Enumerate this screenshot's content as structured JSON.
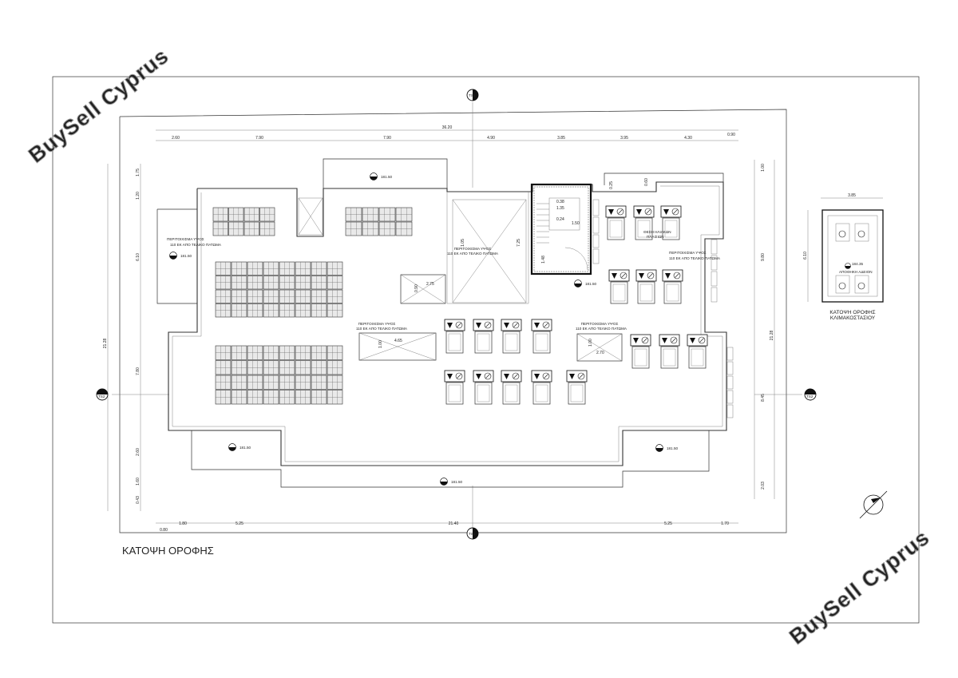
{
  "title": "ΚΑΤΟΨΗ ΟΡΟΦΗΣ",
  "stair_plan_title": [
    "ΚΑΤΟΨΗ ΟΡΟΦΗΣ",
    "ΚΛΙΜΑΚΟΣΤΑΣΙΟΥ"
  ],
  "watermark": "BuySell Cyprus",
  "section_markers": [
    "TS1",
    "TS1",
    "TS2",
    "TS2"
  ],
  "dims_top_total": "36.20",
  "dims_top": [
    "2.60",
    "7.90",
    "7.90",
    "4.90",
    "3.85",
    "3.95",
    "4.30",
    "0.90"
  ],
  "dims_bottom_total": "21.40",
  "dims_bottom": [
    "1.80",
    "5.25",
    "5.25",
    "1.70"
  ],
  "dim_bottom_small": "0.80",
  "dim_left_total": "21.28",
  "dims_left": [
    "1.75",
    "1.20",
    "6.10",
    "7.80",
    "2.60",
    "1.60",
    "0.43"
  ],
  "dim_right_total": "21.28",
  "dims_right": [
    "1.00",
    "9.80",
    "8.45",
    "2.03"
  ],
  "dim_stair_box_w": "3.85",
  "dim_stair_box_h": "6.10",
  "inner_dims": [
    "7.25",
    "1.48",
    "0.25",
    "0.60",
    "0.38",
    "1.35",
    "1.50",
    "0.24",
    "1.05"
  ],
  "opening_dims": [
    "2.75",
    "0.90",
    "4.65",
    "1.00",
    "2.70",
    "1.00"
  ],
  "parapet_notes": [
    "ΠΕΡΙΤΟΙΧΙΣΜΑ ΥΨΟΣ",
    "110 ΕΚ ΑΠΟ ΤΕΛΙΚΟ ΠΑΤΩΜΑ"
  ],
  "solar_note": [
    "ΘΕΣΗ ΗΛΙΑΚΩΝ",
    "ΠΛΑΙΣΙΩΝ"
  ],
  "levels": [
    "181.50",
    "181.50",
    "181.50",
    "181.50",
    "181.50",
    "181.50",
    "184.35"
  ],
  "stair_box_note": "ΑΠΟΘΗΚΗ ΑΔΕΙΟΝ",
  "colors": {
    "line": "#333333",
    "watermark_outline": "#9a9a9a"
  }
}
